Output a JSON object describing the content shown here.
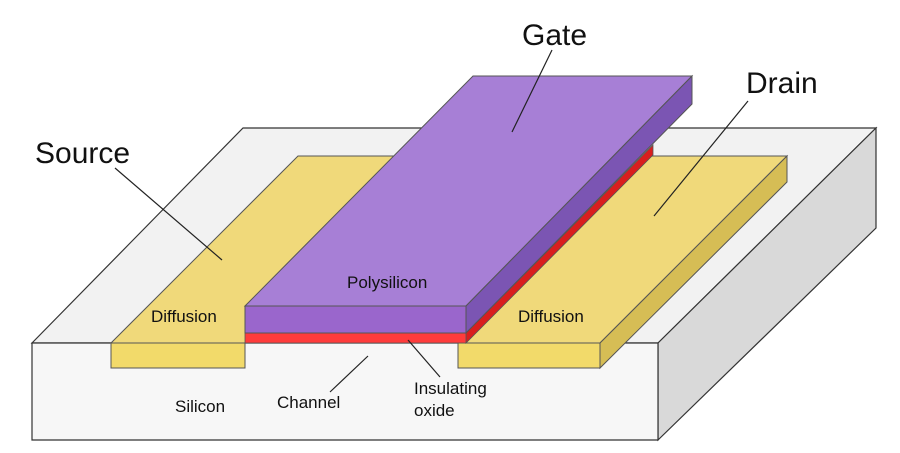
{
  "labels": {
    "gate": "Gate",
    "drain": "Drain",
    "source": "Source",
    "polysilicon": "Polysilicon",
    "diffusion_left": "Diffusion",
    "diffusion_right": "Diffusion",
    "silicon": "Silicon",
    "channel": "Channel",
    "insulating_line1": "Insulating",
    "insulating_line2": "oxide"
  },
  "colors": {
    "silicon_top": "#f2f2f2",
    "silicon_front": "#f7f7f7",
    "silicon_side": "#d9d9d9",
    "diffusion_top": "#f0d97a",
    "diffusion_side": "#d6bd55",
    "diffusion_front": "#f2da6a",
    "gate_top": "#a77fd6",
    "gate_front": "#9a66cc",
    "gate_side": "#7b55b3",
    "oxide_front": "#ff3b3b",
    "oxide_side": "#d91e1e",
    "outline": "#333333",
    "leader": "#222222"
  }
}
